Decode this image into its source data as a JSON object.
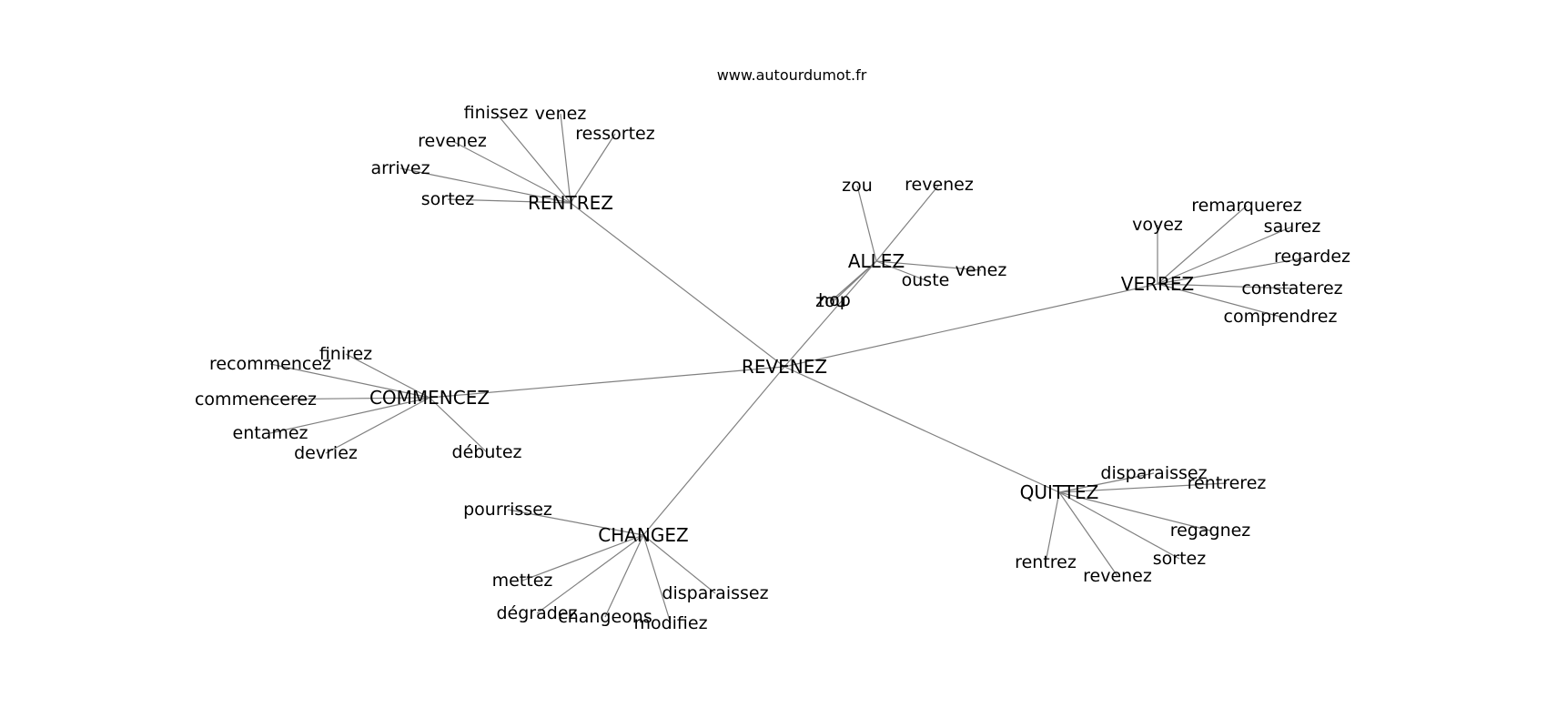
{
  "site": "www.autourdumot.fr",
  "root": "REVENEZ",
  "hubs": [
    {
      "label": "RENTREZ",
      "leaves": [
        "sortez",
        "arrivez",
        "revenez",
        "finissez",
        "venez",
        "ressortez"
      ]
    },
    {
      "label": "ALLEZ",
      "leaves": [
        "zou",
        "revenez",
        "venez",
        "ouste",
        "hop",
        "zou"
      ]
    },
    {
      "label": "VERREZ",
      "leaves": [
        "voyez",
        "remarquerez",
        "saurez",
        "regardez",
        "constaterez",
        "comprendrez"
      ]
    },
    {
      "label": "COMMENCEZ",
      "leaves": [
        "finirez",
        "recommencez",
        "commencerez",
        "entamez",
        "devriez",
        "débutez"
      ]
    },
    {
      "label": "CHANGEZ",
      "leaves": [
        "pourrissez",
        "mettez",
        "dégradez",
        "changeons",
        "modifiez",
        "disparaissez"
      ]
    },
    {
      "label": "QUITTEZ",
      "leaves": [
        "disparaissez",
        "rentrerez",
        "regagnez",
        "sortez",
        "revenez",
        "rentrez"
      ]
    }
  ]
}
